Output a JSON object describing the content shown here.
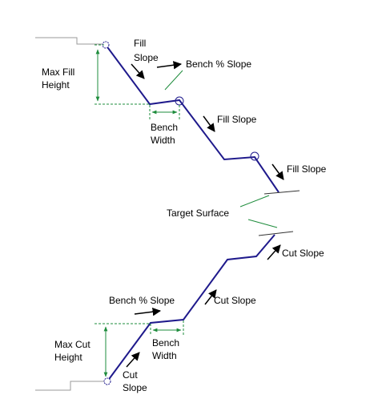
{
  "colors": {
    "profile": "#1f1a8c",
    "dimension": "#1e8c3c",
    "ground": "#9a9a9a",
    "arrow": "#000000",
    "target_surface": "#333333",
    "background": "#ffffff"
  },
  "labels": {
    "fill_slope_top_line1": "Fill",
    "fill_slope_top_line2": "Slope",
    "bench_slope_fill": "Bench % Slope",
    "max_fill_height_line1": "Max Fill",
    "max_fill_height_line2": "Height",
    "bench_width_fill_line1": "Bench",
    "bench_width_fill_line2": "Width",
    "fill_slope_middle": "Fill Slope",
    "fill_slope_lower": "Fill Slope",
    "target_surface": "Target Surface",
    "cut_slope_upper": "Cut Slope",
    "cut_slope_middle": "Cut Slope",
    "bench_slope_cut": "Bench % Slope",
    "max_cut_height_line1": "Max Cut",
    "max_cut_height_line2": "Height",
    "bench_width_cut_line1": "Bench",
    "bench_width_cut_line2": "Width",
    "cut_slope_bottom_line1": "Cut",
    "cut_slope_bottom_line2": "Slope"
  },
  "icons": {
    "hinge_fill": "hinge-point-icon",
    "hinge_cut": "hinge-point-icon",
    "bench_break_fill": "circle-marker-icon",
    "slope_break_fill": "circle-marker-icon"
  }
}
